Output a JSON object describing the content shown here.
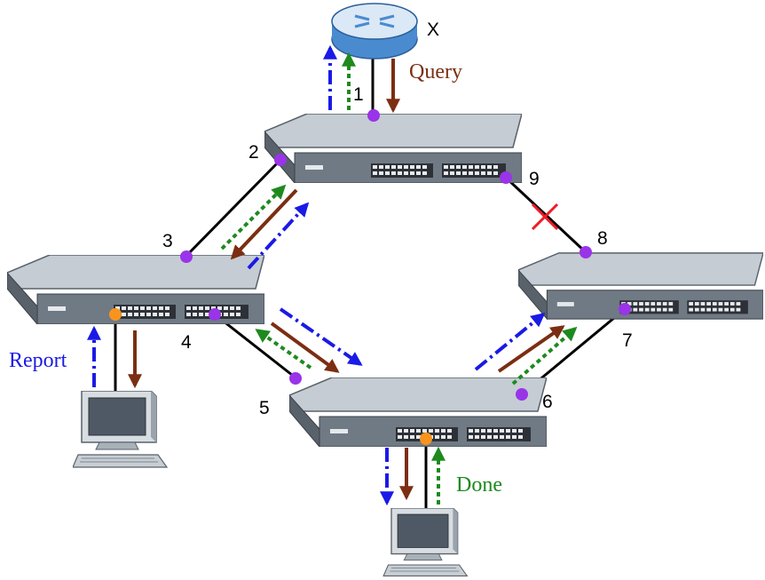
{
  "router_label": "X",
  "port_numbers": [
    "1",
    "2",
    "3",
    "4",
    "5",
    "6",
    "7",
    "8",
    "9"
  ],
  "labels": {
    "query": "Query",
    "report": "Report",
    "done": "Done"
  },
  "colors": {
    "query": "#7b2e12",
    "report": "#1a1ae6",
    "done": "#1e8a1e",
    "port": "#9a34e8",
    "host_port": "#f7941d",
    "blocked": "#ee1c25",
    "link": "#000000"
  }
}
